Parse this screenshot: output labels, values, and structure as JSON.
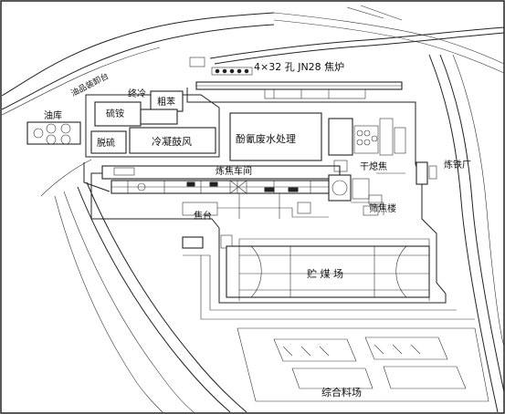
{
  "labels": {
    "title": "4×32 孔 JN28 焦炉",
    "oil_dock": "油品装卸台",
    "oil_depot": "油库",
    "final_cooling": "终冷",
    "crude_benzene": "粗苯",
    "ammonium_sulfate": "硫铵",
    "desulfurization": "脱硫",
    "condensation_blower": "冷凝鼓风",
    "phenol_cyanide_wastewater": "酚氰废水处理",
    "coking_workshop": "炼焦车间",
    "dry_quenching": "干熄焦",
    "ironworks": "炼铁厂",
    "coke_wharf": "焦台",
    "coke_screening_building": "筛焦楼",
    "coal_yard": "贮  煤  场",
    "material_yard": "综合料场"
  },
  "colors": {
    "line": "#222222",
    "background": "#ffffff"
  }
}
